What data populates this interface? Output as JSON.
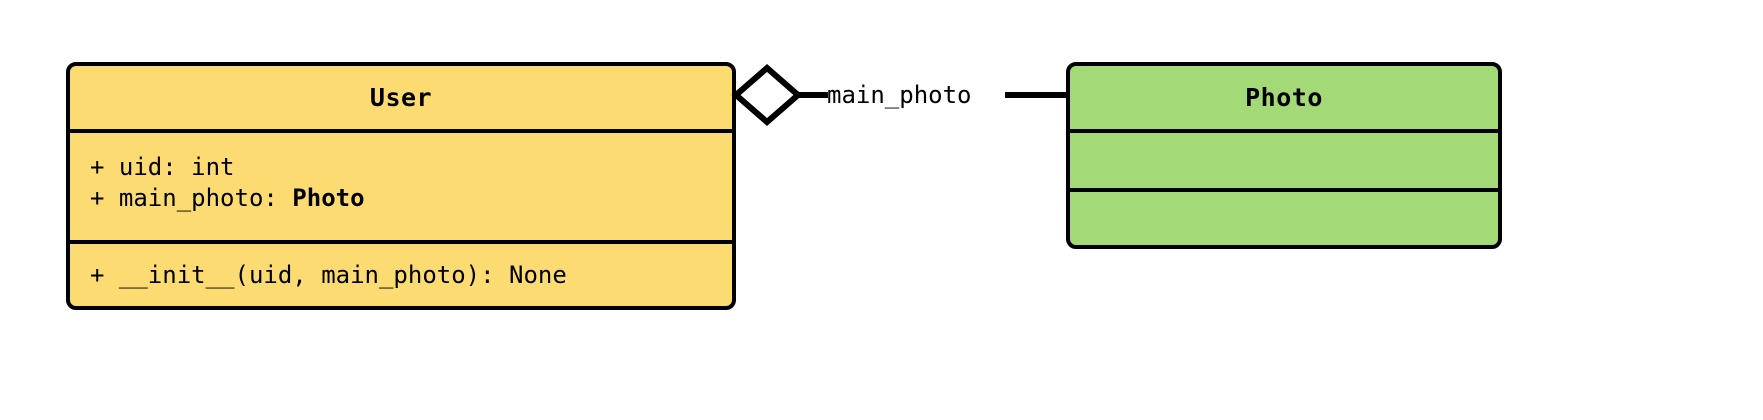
{
  "diagram": {
    "type": "uml-class-diagram",
    "background_color": "#ffffff",
    "line_color": "#000000",
    "classes": [
      {
        "name": "User",
        "fill_color": "#FCDC72",
        "attributes": [
          {
            "text": "+ uid: int"
          },
          {
            "prefix": "+ main_photo: ",
            "type_ref": "Photo"
          }
        ],
        "methods": [
          {
            "text": "+ __init__(uid, main_photo): None"
          }
        ]
      },
      {
        "name": "Photo",
        "fill_color": "#A3D977",
        "attributes": [],
        "methods": []
      }
    ],
    "relationships": [
      {
        "kind": "aggregation",
        "label": "main_photo",
        "source": "User",
        "target": "Photo",
        "diamond_fill": "#ffffff",
        "diamond_stroke": "#000000"
      }
    ]
  }
}
